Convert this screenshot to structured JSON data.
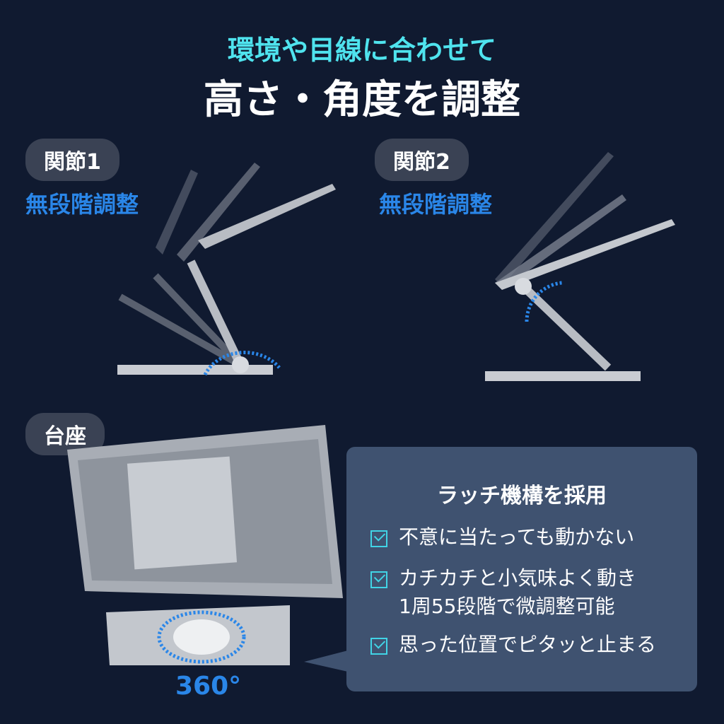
{
  "header": {
    "subtitle": "環境や目線に合わせて",
    "title": "高さ・角度を調整"
  },
  "joint1": {
    "label": "関節1",
    "desc": "無段階調整"
  },
  "joint2": {
    "label": "関節2",
    "desc": "無段階調整"
  },
  "base": {
    "label": "台座",
    "rotation": "360°"
  },
  "feature": {
    "title": "ラッチ機構を採用",
    "items": [
      "不意に当たっても動かない",
      "カチカチと小気味よく動き\n1周55段階で微調整可能",
      "思った位置でピタッと止まる"
    ],
    "item2_line1": "カチカチと小気味よく動き",
    "item2_line2": "1周55段階で微調整可能"
  },
  "colors": {
    "background": "#101a30",
    "accent_cyan": "#4fe3ee",
    "accent_blue": "#2a86e8"
  }
}
